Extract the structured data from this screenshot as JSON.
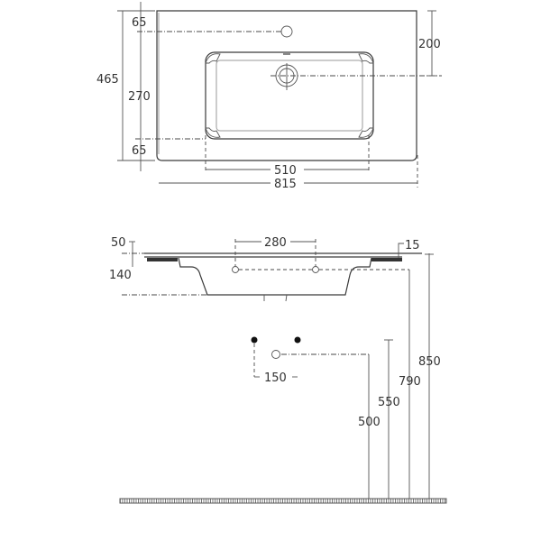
{
  "top_view": {
    "overall_depth": "465",
    "front_margin_top": "65",
    "bowl_depth": "270",
    "front_margin_bottom": "65",
    "tap_hole_to_drain": "200",
    "bowl_width": "510",
    "overall_width": "815"
  },
  "side_view": {
    "top_thickness": "50",
    "bowl_height": "140",
    "fixing_spacing": "280",
    "edge_offset": "15"
  },
  "wall_connections": {
    "supply_spacing": "150",
    "waste_height": "500",
    "supply_height": "550",
    "fixing_height": "790",
    "top_height": "850"
  }
}
